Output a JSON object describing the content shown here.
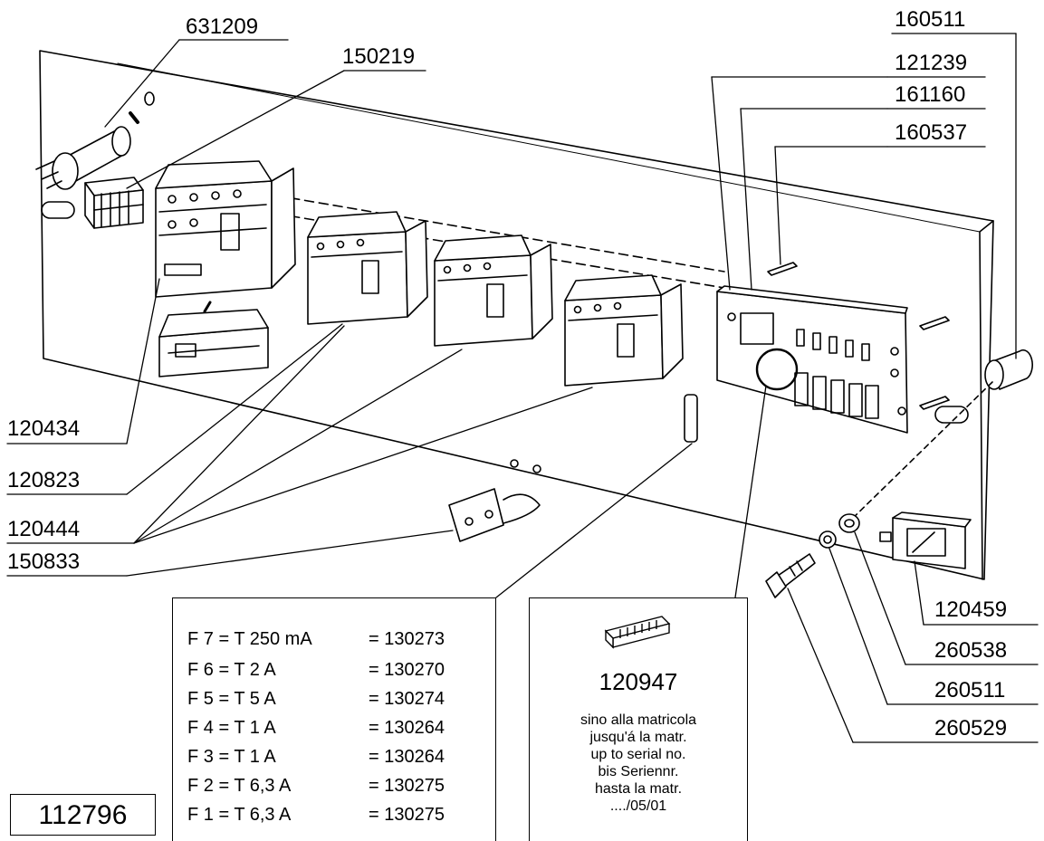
{
  "part_labels": {
    "p631209": "631209",
    "p150219": "150219",
    "p160511": "160511",
    "p121239": "121239",
    "p161160": "161160",
    "p160537": "160537",
    "p120434": "120434",
    "p120823": "120823",
    "p120444": "120444",
    "p150833": "150833",
    "p120459": "120459",
    "p260538": "260538",
    "p260511": "260511",
    "p260529": "260529"
  },
  "drawing_number": "112796",
  "fuse_table": [
    {
      "fuse": "F 7 = T 250 mA",
      "code": "= 130273"
    },
    {
      "fuse": "F 6 = T 2 A",
      "code": "= 130270"
    },
    {
      "fuse": "F 5 = T  5 A",
      "code": "= 130274"
    },
    {
      "fuse": "F 4 = T  1 A",
      "code": "= 130264"
    },
    {
      "fuse": "F 3 = T  1 A",
      "code": "= 130264"
    },
    {
      "fuse": "F 2 = T 6,3 A",
      "code": "= 130275"
    },
    {
      "fuse": "F 1 = T 6,3 A",
      "code": "= 130275"
    }
  ],
  "connector_box": {
    "code": "120947",
    "serial_notes": [
      "sino alla matricola",
      "jusqu'á la matr.",
      "up to serial no.",
      "bis Seriennr.",
      "hasta la matr.",
      "..../05/01"
    ]
  }
}
